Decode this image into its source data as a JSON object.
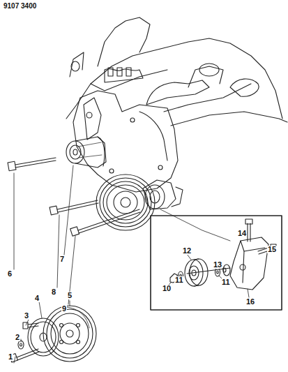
{
  "diagram": {
    "labels": [
      "9107 3400",
      "1",
      "2",
      "3",
      "4",
      "5",
      "6",
      "7",
      "8",
      "9",
      "10",
      "11",
      "12",
      "11",
      "13",
      "14",
      "15",
      "16"
    ]
  }
}
